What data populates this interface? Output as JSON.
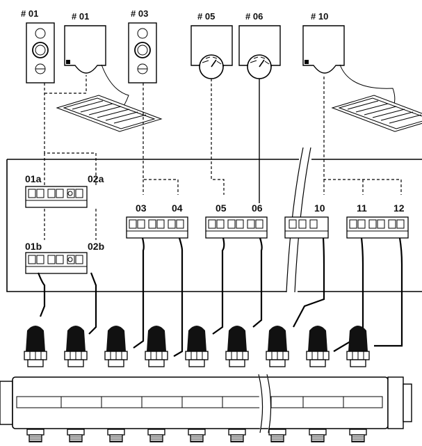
{
  "thermostats": [
    {
      "id": "t01-switch",
      "label": "# 01",
      "kind": "switch"
    },
    {
      "id": "t01-sensor",
      "label": "# 01",
      "kind": "sensor-floor"
    },
    {
      "id": "t03",
      "label": "# 03",
      "kind": "switch"
    },
    {
      "id": "t05",
      "label": "# 05",
      "kind": "dial"
    },
    {
      "id": "t06",
      "label": "# 06",
      "kind": "dial"
    },
    {
      "id": "t10",
      "label": "# 10",
      "kind": "sensor-floor"
    }
  ],
  "terminals": {
    "t01a": "01a",
    "t02a": "02a",
    "t01b": "01b",
    "t02b": "02b",
    "t03": "03",
    "t04": "04",
    "t05": "05",
    "t06": "06",
    "t10": "10",
    "t11": "11",
    "t12": "12"
  }
}
